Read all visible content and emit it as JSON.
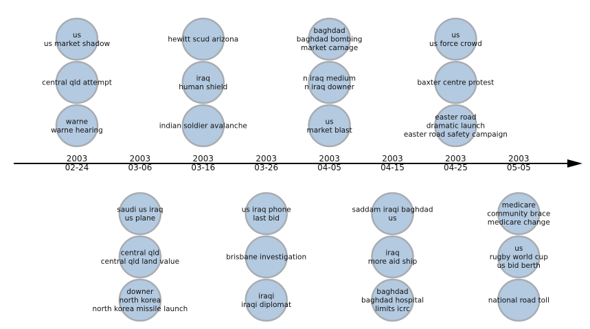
{
  "timeline": {
    "ticks": [
      {
        "year": "2003",
        "date": "02-24"
      },
      {
        "year": "2003",
        "date": "03-06"
      },
      {
        "year": "2003",
        "date": "03-16"
      },
      {
        "year": "2003",
        "date": "03-26"
      },
      {
        "year": "2003",
        "date": "04-05"
      },
      {
        "year": "2003",
        "date": "04-15"
      },
      {
        "year": "2003",
        "date": "04-25"
      },
      {
        "year": "2003",
        "date": "05-05"
      }
    ],
    "groups": [
      {
        "tick": 0,
        "side": "above",
        "topics": [
          [
            "us",
            "us market shadow"
          ],
          [
            "central qld attempt"
          ],
          [
            "warne",
            "warne hearing"
          ]
        ]
      },
      {
        "tick": 1,
        "side": "below",
        "topics": [
          [
            "saudi us iraq",
            "us plane"
          ],
          [
            "central qld",
            "central qld land value"
          ],
          [
            "downer",
            "north korea",
            "north korea missile launch"
          ]
        ]
      },
      {
        "tick": 2,
        "side": "above",
        "topics": [
          [
            "hewitt scud arizona"
          ],
          [
            "iraq",
            "human shield"
          ],
          [
            "indian soldier avalanche"
          ]
        ]
      },
      {
        "tick": 3,
        "side": "below",
        "topics": [
          [
            "us iraq phone",
            "last bid"
          ],
          [
            "brisbane investigation"
          ],
          [
            "iraqi",
            "iraqi diplomat"
          ]
        ]
      },
      {
        "tick": 4,
        "side": "above",
        "topics": [
          [
            "baghdad",
            "baghdad bombing",
            "market carnage"
          ],
          [
            "n iraq medium",
            "n iraq downer"
          ],
          [
            "us",
            "market blast"
          ]
        ]
      },
      {
        "tick": 5,
        "side": "below",
        "topics": [
          [
            "saddam iraqi baghdad",
            "us"
          ],
          [
            "iraq",
            "more aid ship"
          ],
          [
            "baghdad",
            "baghdad hospital",
            "limits icrc"
          ]
        ]
      },
      {
        "tick": 6,
        "side": "above",
        "topics": [
          [
            "us",
            "us force crowd"
          ],
          [
            "baxter centre protest"
          ],
          [
            "easter road",
            "dramatic launch",
            "easter road safety campaign"
          ]
        ]
      },
      {
        "tick": 7,
        "side": "below",
        "topics": [
          [
            "medicare",
            "community brace",
            "medicare change"
          ],
          [
            "us",
            "rugby world cup",
            "us bid berth"
          ],
          [
            "national road toll"
          ]
        ]
      }
    ]
  }
}
